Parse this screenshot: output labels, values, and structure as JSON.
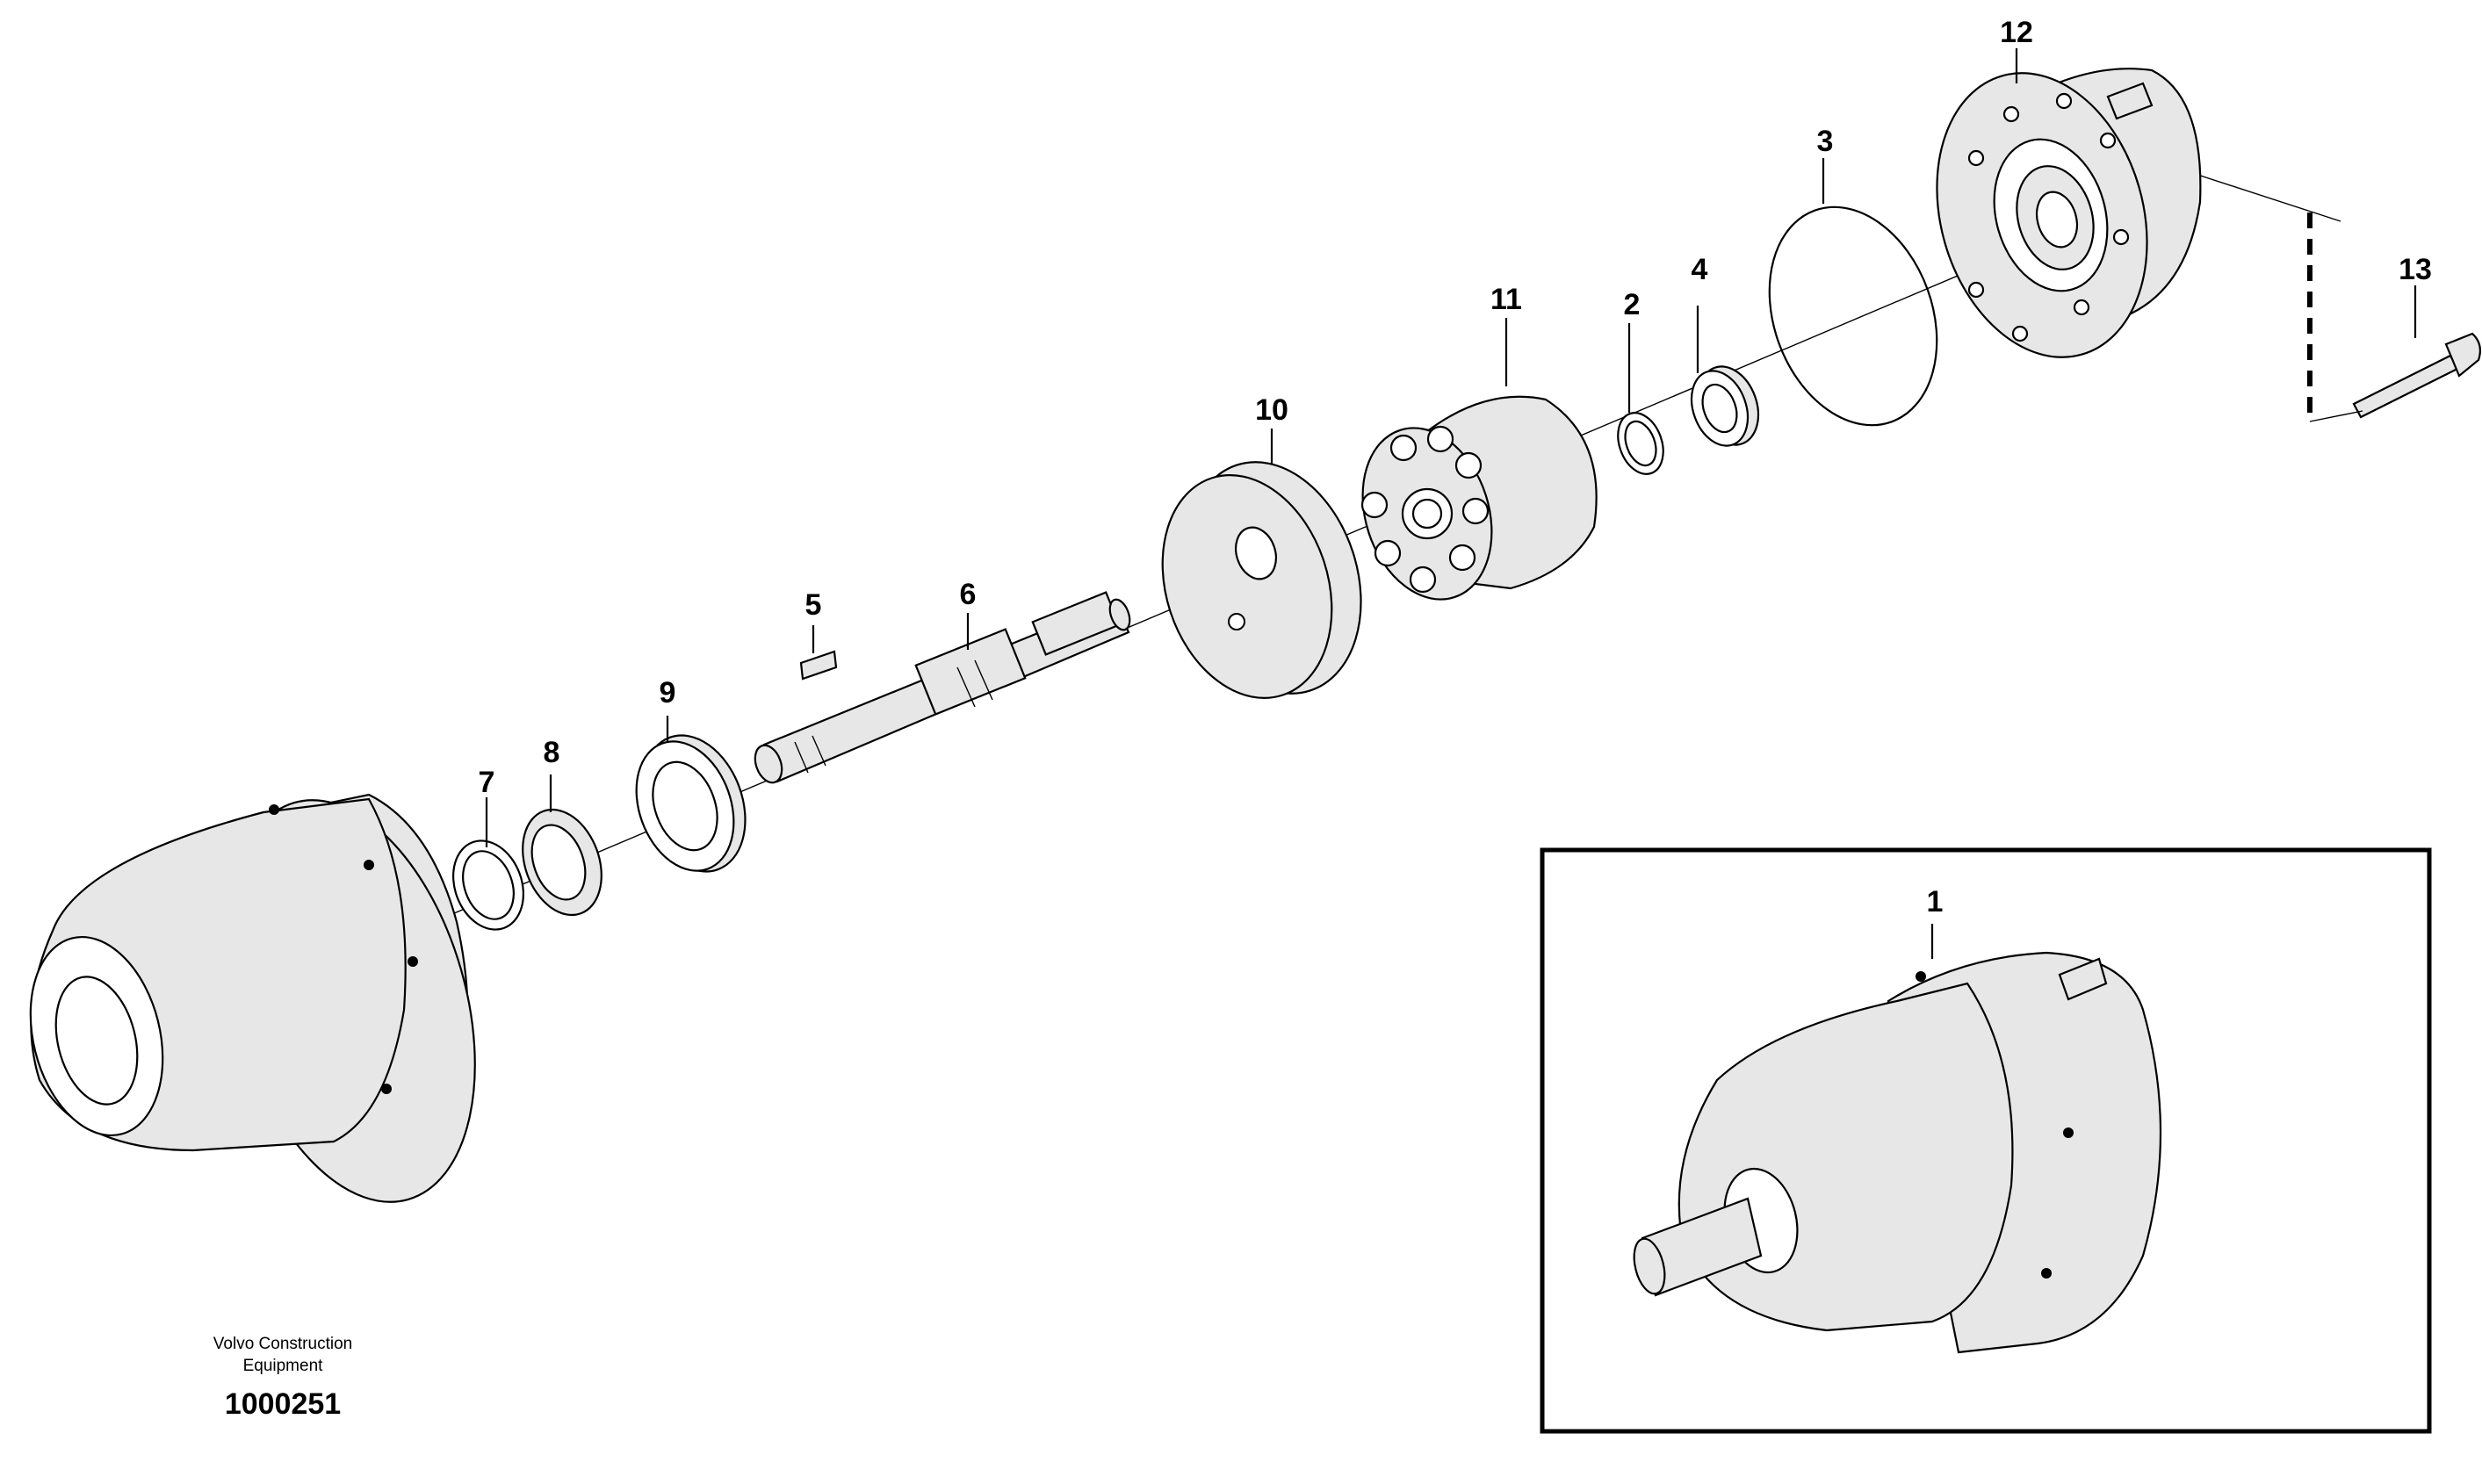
{
  "callouts": {
    "c1": "1",
    "c2": "2",
    "c3": "3",
    "c4": "4",
    "c5": "5",
    "c6": "6",
    "c7": "7",
    "c8": "8",
    "c9": "9",
    "c10": "10",
    "c11": "11",
    "c12": "12",
    "c13": "13"
  },
  "credit": {
    "line1": "Volvo Construction",
    "line2": "Equipment"
  },
  "document_number": "1000251"
}
